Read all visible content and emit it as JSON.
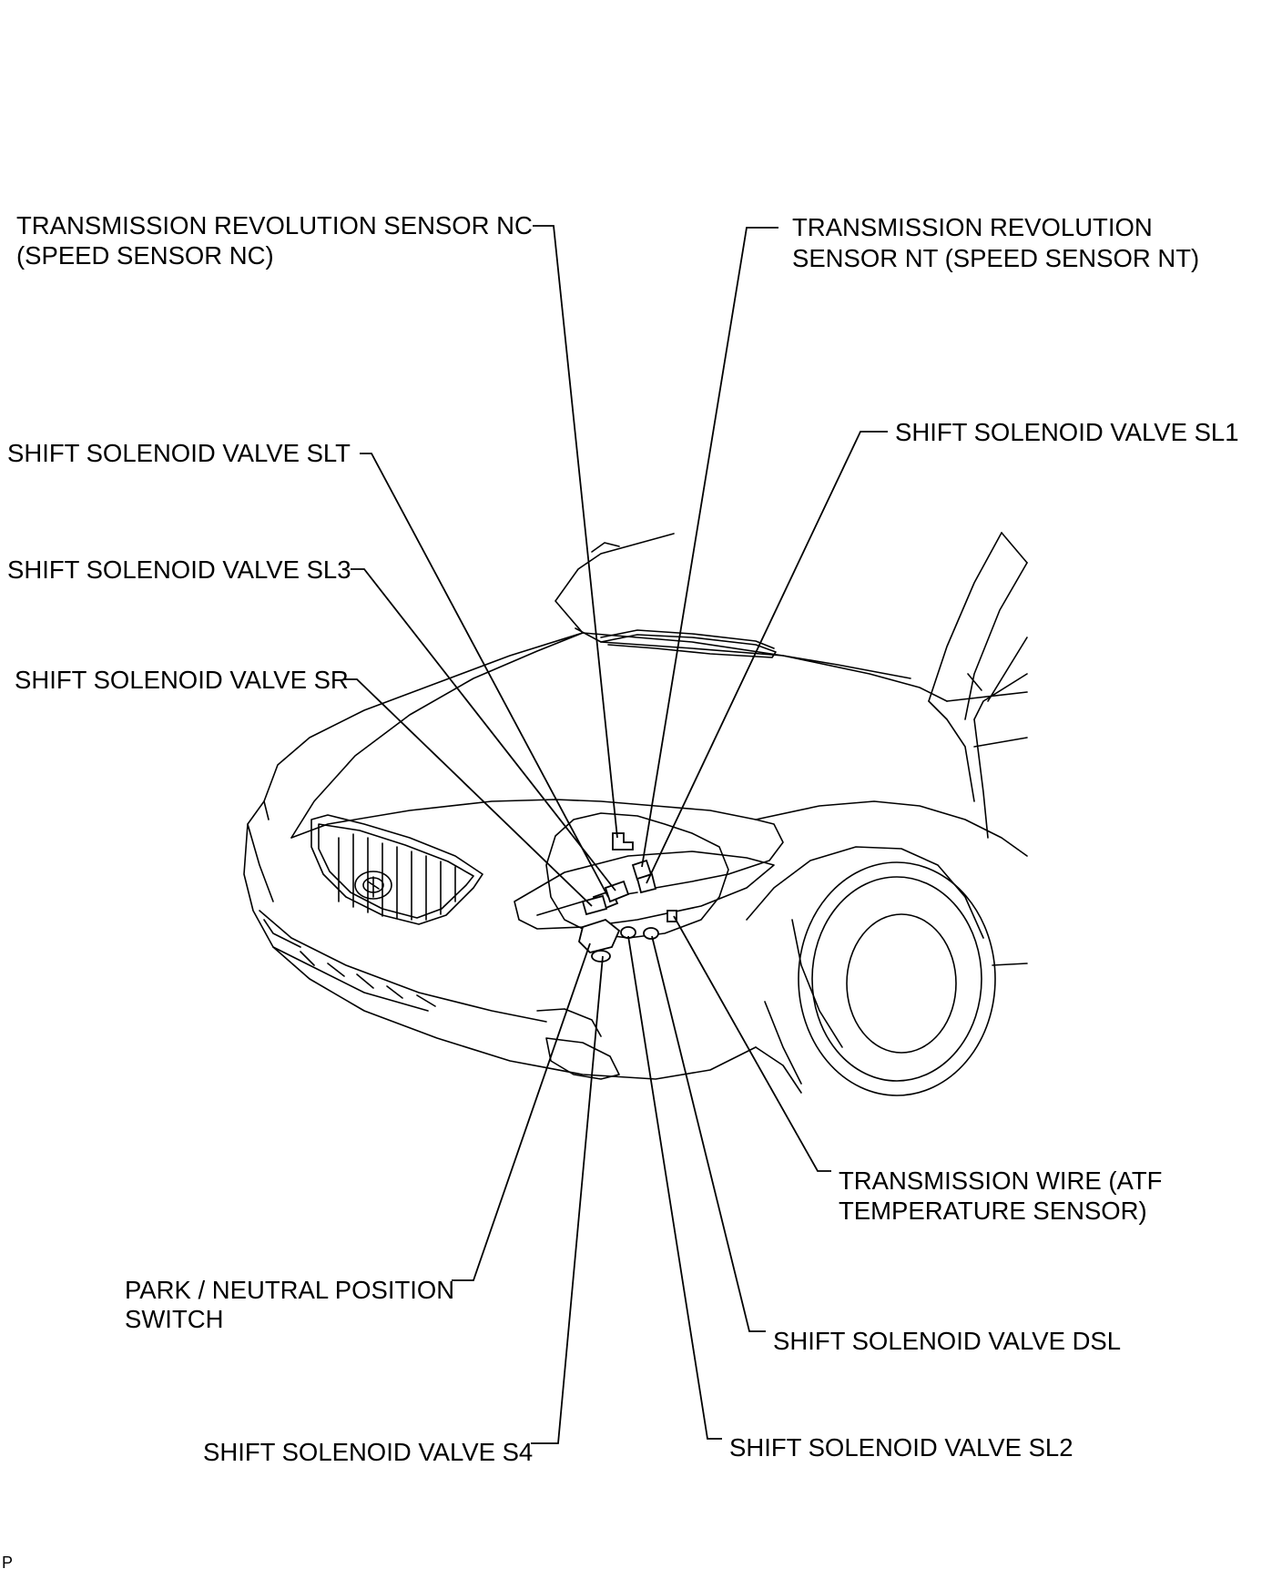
{
  "labels": {
    "nc_1": "TRANSMISSION REVOLUTION SENSOR NC",
    "nc_2": "(SPEED SENSOR NC)",
    "nt_1": "TRANSMISSION REVOLUTION",
    "nt_2": "SENSOR NT (SPEED SENSOR NT)",
    "slt": "SHIFT SOLENOID VALVE SLT",
    "sl1": "SHIFT SOLENOID VALVE SL1",
    "sl3": "SHIFT SOLENOID VALVE SL3",
    "sr": "SHIFT SOLENOID VALVE SR",
    "atf_1": "TRANSMISSION WIRE (ATF",
    "atf_2": "TEMPERATURE SENSOR)",
    "pnp_1": "PARK / NEUTRAL POSITION",
    "pnp_2": "SWITCH",
    "dsl": "SHIFT SOLENOID VALVE DSL",
    "s4": "SHIFT SOLENOID VALVE S4",
    "sl2": "SHIFT SOLENOID VALVE SL2"
  },
  "corner_mark": "P"
}
